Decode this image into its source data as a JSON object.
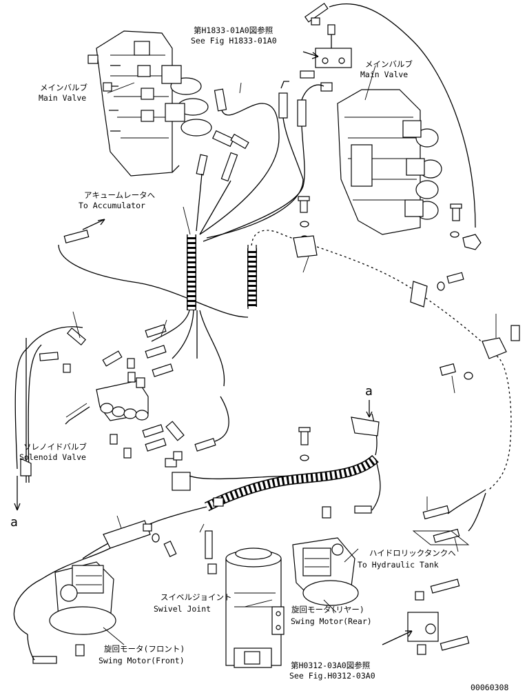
{
  "labels": {
    "ref_top_jp": "第H1833-01A0図参照",
    "ref_top_en": "See Fig H1833-01A0",
    "main_valve_left_jp": "メインバルブ",
    "main_valve_left_en": "Main Valve",
    "main_valve_right_jp": "メインバルブ",
    "main_valve_right_en": "Main Valve",
    "accumulator_jp": "アキュームレータへ",
    "accumulator_en": "To Accumulator",
    "solenoid_jp": "ソレノイドバルブ",
    "solenoid_en": "Solenoid Valve",
    "marker_a1": "a",
    "marker_a2": "a",
    "tank_jp": "ハイドロリックタンクへ",
    "tank_en": "To Hydraulic Tank",
    "swivel_jp": "スイベルジョイント",
    "swivel_en": "Swivel Joint",
    "swing_rear_jp": "旋回モータ(リヤー)",
    "swing_rear_en": "Swing Motor(Rear)",
    "swing_front_jp": "旋回モータ(フロント)",
    "swing_front_en": "Swing Motor(Front)",
    "ref_bottom_jp": "第H0312-03A0図参照",
    "ref_bottom_en": "See Fig.H0312-03A0",
    "drawing_number": "00060308"
  }
}
